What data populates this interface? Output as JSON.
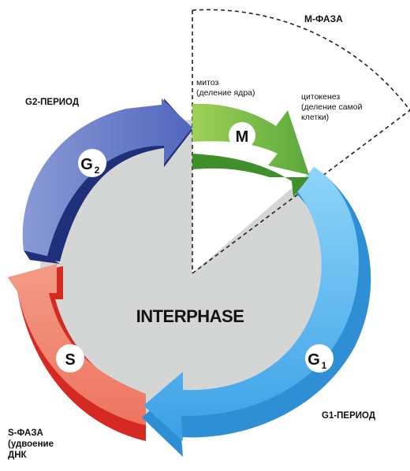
{
  "diagram": {
    "center_label": "INTERPHASE",
    "m_phase": {
      "title": "М-ФАЗА",
      "mitosis_lines": [
        "митоз",
        "(деление ядра)"
      ],
      "cytokinesis_lines": [
        "цитокенез",
        "(деление самой",
        "клетки)"
      ]
    },
    "phases": {
      "m": {
        "symbol": "M"
      },
      "g1": {
        "symbol": "G",
        "subscript": "1",
        "label": "G1-ПЕРИОД"
      },
      "s": {
        "symbol": "S",
        "label_lines": [
          "S-ФАЗА",
          "(удвоение",
          "ДНК"
        ]
      },
      "g2": {
        "symbol": "G",
        "subscript": "2",
        "label": "G2-ПЕРИОД"
      }
    },
    "colors": {
      "m": "#7cbd3e",
      "m_dark": "#3f8f2a",
      "g1": "#5ab8ee",
      "g1_dark": "#2f8fd4",
      "s": "#f08a72",
      "s_dark": "#d42a22",
      "g2": "#6478c8",
      "g2_dark": "#1f2f7a",
      "center": "#d4d6d5"
    }
  }
}
